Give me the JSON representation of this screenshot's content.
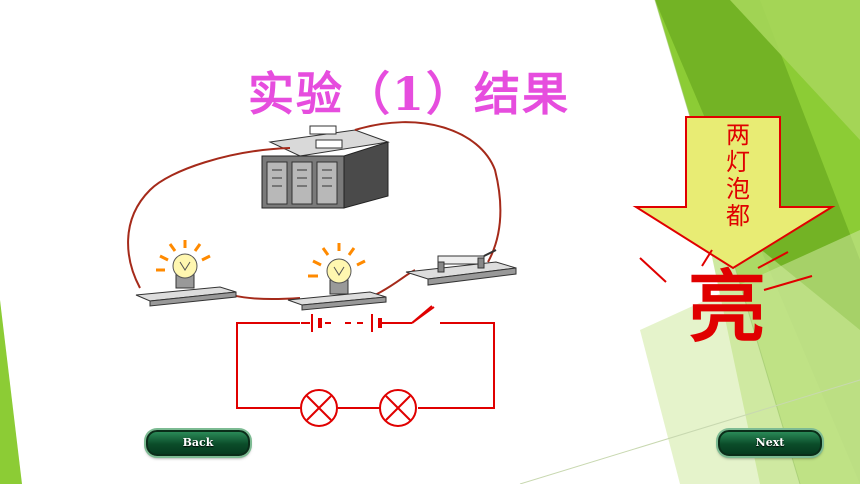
{
  "slide": {
    "title": "实验（1）结果",
    "arrow_text": "两灯泡都",
    "result_text": "亮"
  },
  "nav": {
    "back_label": "Back",
    "next_label": "Next"
  },
  "colors": {
    "title": "#e64dde",
    "result": "#e00000",
    "arrow_fill": "#e8ec74",
    "wire": "#a52a1a",
    "schematic": "#e00000",
    "green_accent": "#7cc423"
  },
  "icons": [
    "battery-icon",
    "light-bulb-icon",
    "knife-switch-icon",
    "lamp-symbol-icon",
    "battery-symbol-icon",
    "switch-symbol-icon"
  ]
}
